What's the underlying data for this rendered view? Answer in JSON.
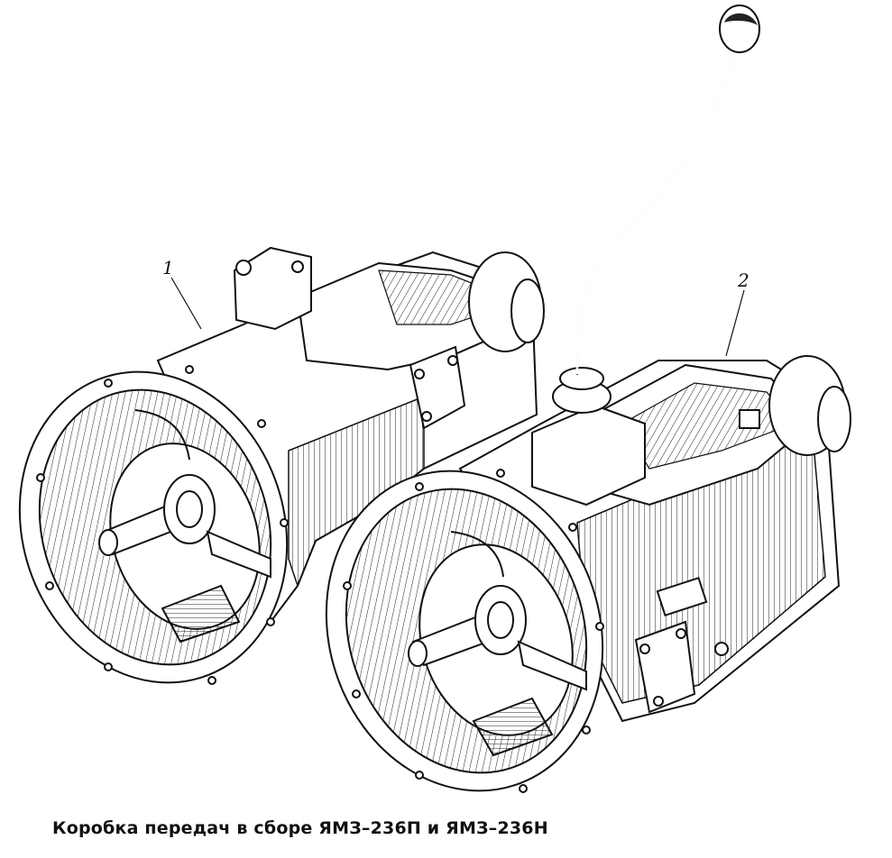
{
  "figure": {
    "callouts": [
      {
        "id": "1",
        "label": "1"
      },
      {
        "id": "2",
        "label": "2"
      }
    ],
    "caption": "Коробка передач в сборе ЯМЗ–236П и ЯМЗ–236Н"
  },
  "colors": {
    "ink": "#111111",
    "paper": "#ffffff"
  }
}
